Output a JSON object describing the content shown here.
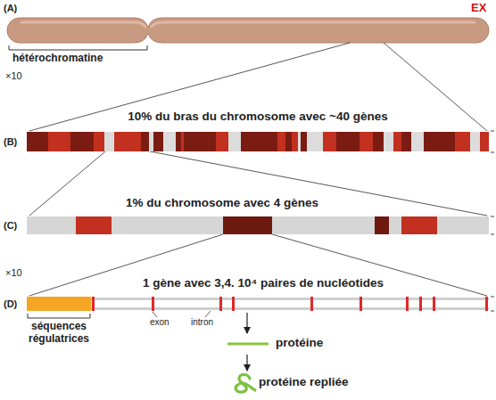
{
  "diagram": {
    "nodes": [
      {
        "text": [
          "10% du bras du chromosome avec ~40 gènes"
        ]
      },
      {
        "text": [
          "1% du chromosome avec 4 gènes"
        ]
      },
      {
        "text": [
          "1 gène avec 3,4. 10⁴ paires de nucléotides"
        ]
      },
      {
        "text": [
          "protéine"
        ]
      },
      {
        "text": [
          "protéine repliée"
        ]
      }
    ],
    "edges": [
      {
        "from": 2,
        "to": 3,
        "arrow": "to"
      },
      {
        "from": 3,
        "to": 4,
        "arrow": "to"
      }
    ],
    "labels": [
      "(A)",
      "EX",
      "hétérochromatine",
      "×10",
      "(B)",
      "(C)",
      "×10",
      "(D)",
      "exon",
      "intron",
      "séquences régulatrices"
    ]
  }
}
